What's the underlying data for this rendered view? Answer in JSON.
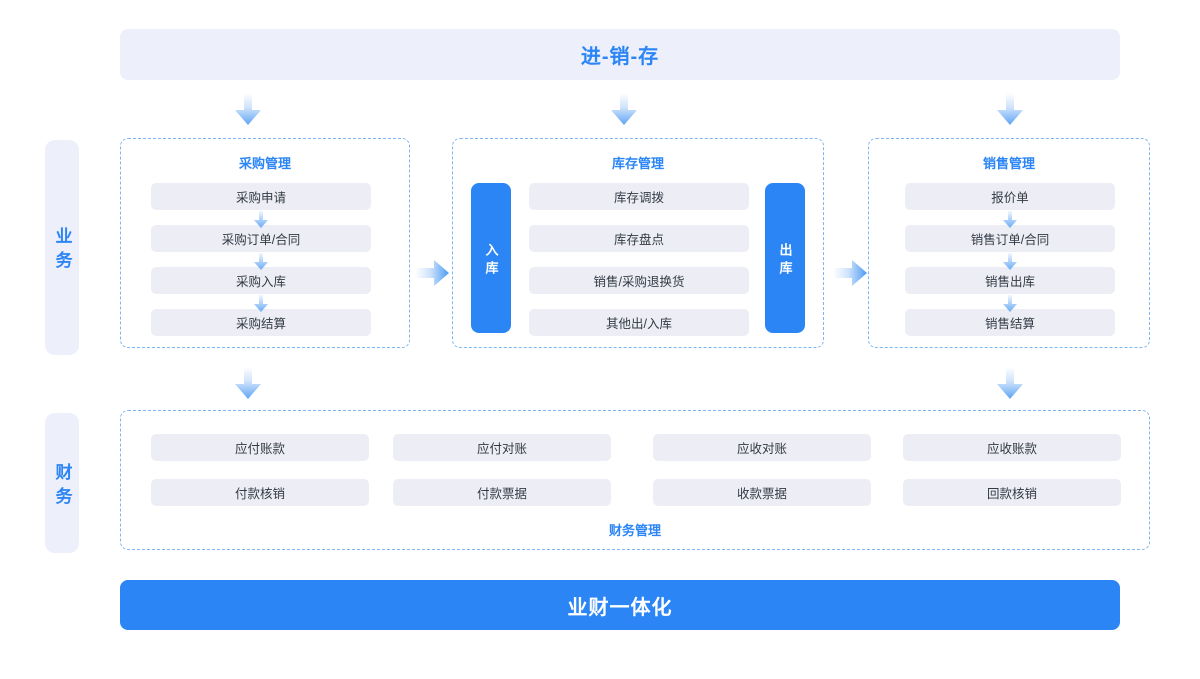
{
  "header": {
    "title": "进-销-存"
  },
  "footer": {
    "title": "业财一体化"
  },
  "side_labels": {
    "business": "业务",
    "finance": "财务"
  },
  "sections": {
    "purchase": {
      "title": "采购管理",
      "items": [
        "采购申请",
        "采购订单/合同",
        "采购入库",
        "采购结算"
      ]
    },
    "inventory": {
      "title": "库存管理",
      "in_bar": "入库",
      "out_bar": "出库",
      "items": [
        "库存调拨",
        "库存盘点",
        "销售/采购退换货",
        "其他出/入库"
      ]
    },
    "sales": {
      "title": "销售管理",
      "items": [
        "报价单",
        "销售订单/合同",
        "销售出库",
        "销售结算"
      ]
    },
    "finance": {
      "title": "财务管理",
      "items": [
        "应付账款",
        "应付对账",
        "应收对账",
        "应收账款",
        "付款核销",
        "付款票据",
        "收款票据",
        "回款核销"
      ]
    }
  },
  "colors": {
    "accent": "#2b85f5",
    "banner_bg": "#edeffa",
    "pill_bg": "#edeef5",
    "dashed_border": "#7fb5f2",
    "text": "#333a45"
  }
}
